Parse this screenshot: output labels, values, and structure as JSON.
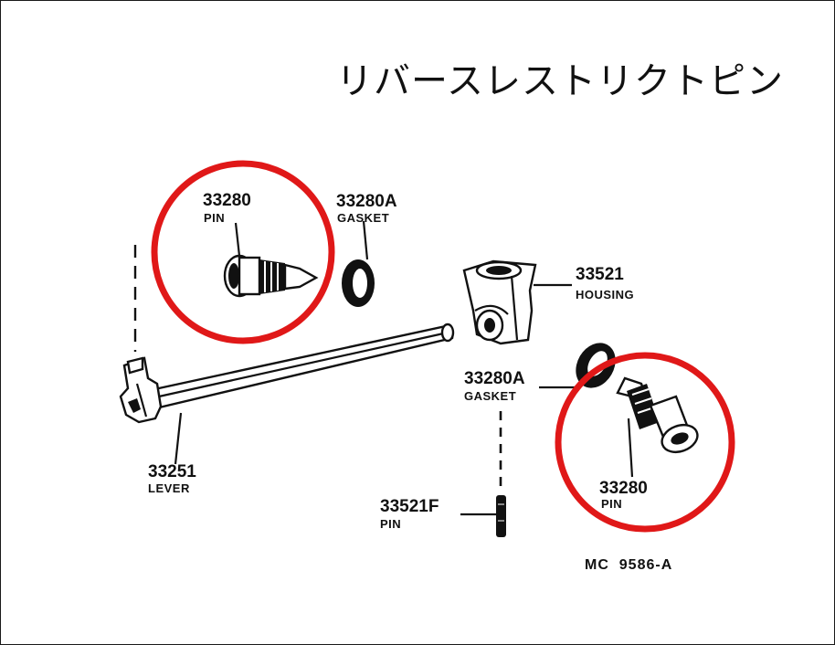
{
  "title": "リバースレストリクトピン",
  "colors": {
    "highlight": "#e01818",
    "ink": "#111111",
    "background": "#ffffff"
  },
  "parts": {
    "pin_top": {
      "number": "33280",
      "name": "PIN"
    },
    "gasket_top": {
      "number": "33280A",
      "name": "GASKET"
    },
    "housing": {
      "number": "33521",
      "name": "HOUSING"
    },
    "gasket_mid": {
      "number": "33280A",
      "name": "GASKET"
    },
    "lever": {
      "number": "33251",
      "name": "LEVER"
    },
    "pin_f": {
      "number": "33521F",
      "name": "PIN"
    },
    "pin_right": {
      "number": "33280",
      "name": "PIN"
    }
  },
  "diagram_code": "MC  9586-A"
}
